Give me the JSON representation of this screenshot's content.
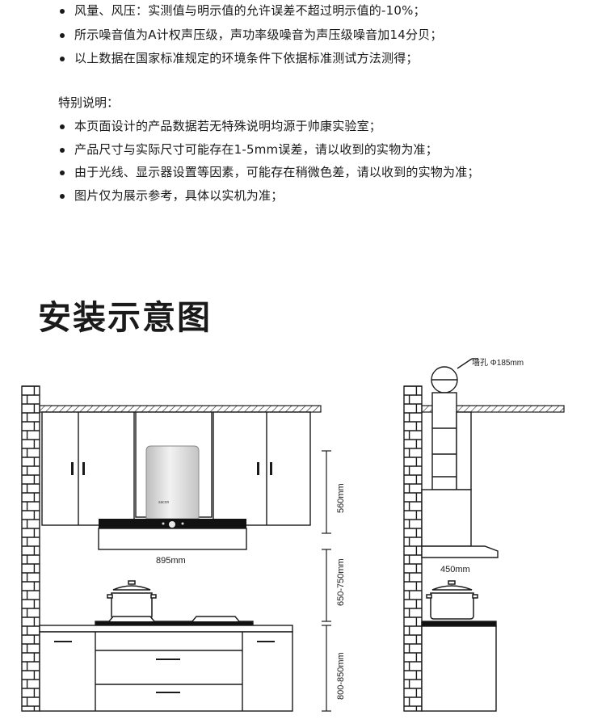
{
  "notes_top": [
    "风量、风压：实测值与明示值的允许误差不超过明示值的-10%；",
    "所示噪音值为A计权声压级，声功率级噪音为声压级噪音加14分贝；",
    "以上数据在国家标准规定的环境条件下依据标准测试方法测得；"
  ],
  "special": {
    "heading": "特别说明：",
    "items": [
      "本页面设计的产品数据若无特殊说明均源于帅康实验室；",
      "产品尺寸与实际尺寸可能存在1-5mm误差，请以收到的实物为准；",
      "由于光线、显示器设置等因素，可能存在稍微色差，请以收到的实物为准；",
      "图片仅为展示参考，具体以实机为准；"
    ]
  },
  "install": {
    "title": "安装示意图",
    "labels": {
      "hole": "墙孔 Φ185mm",
      "width": "895mm",
      "hood_height": "560mm",
      "gap": "650-750mm",
      "counter": "800-850mm",
      "side_depth": "450mm",
      "brand": "sacon"
    }
  },
  "colors": {
    "line": "#1a1a1a",
    "hood_body": "#d6d6d6",
    "hood_panel": "#111111"
  }
}
